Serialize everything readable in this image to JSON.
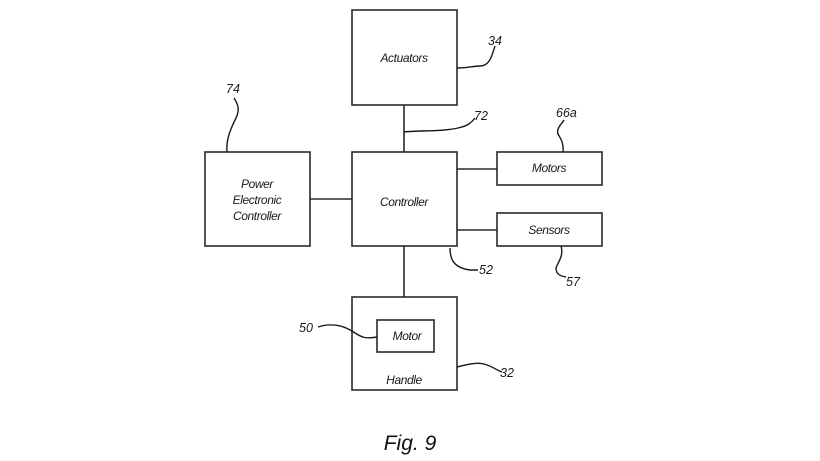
{
  "figure": {
    "caption": "Fig. 9",
    "blocks": {
      "actuators": {
        "label": "Actuators",
        "ref": "34"
      },
      "power_electronic_controller": {
        "label_lines": [
          "Power",
          "Electronic",
          "Controller"
        ],
        "ref": "74"
      },
      "controller": {
        "label": "Controller",
        "ref": "52"
      },
      "motors": {
        "label": "Motors",
        "ref": "66a"
      },
      "sensors": {
        "label": "Sensors",
        "ref": "57"
      },
      "handle": {
        "label": "Handle",
        "ref": "32"
      },
      "handle_motor": {
        "label": "Motor",
        "ref": "50"
      }
    },
    "connections": {
      "controller_actuators_ref": "72"
    }
  }
}
